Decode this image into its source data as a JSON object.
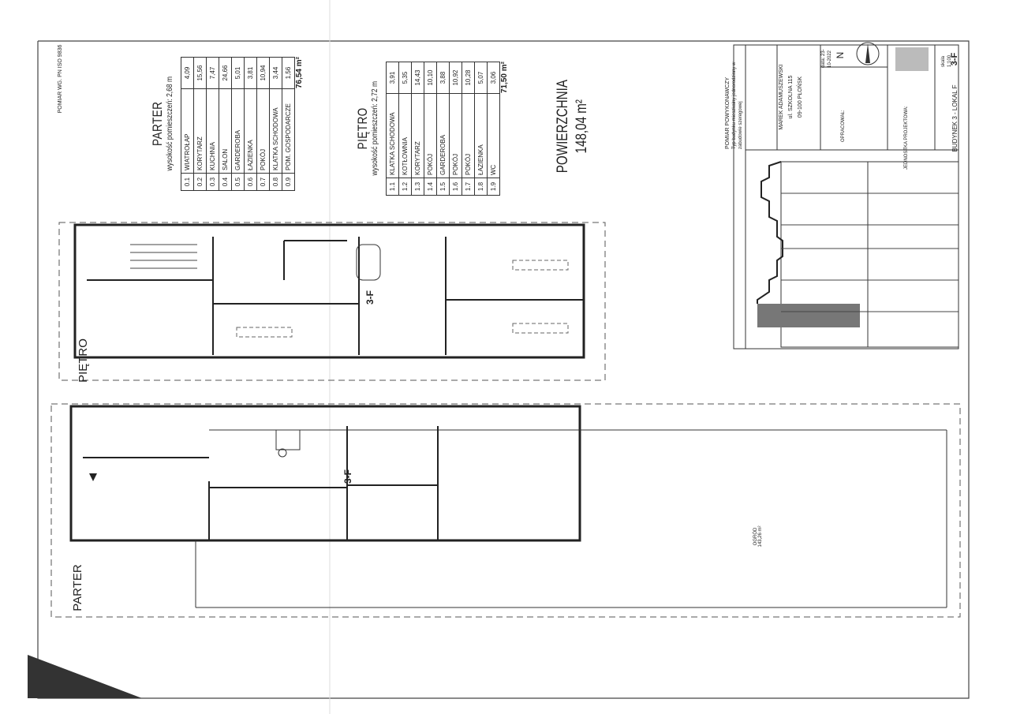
{
  "header_note": "POMIAR WG. PN ISO 9836",
  "parter": {
    "title": "PARTER",
    "height_note": "wysokość pomieszczeń: 2,68 m",
    "rooms": [
      {
        "code": "0.1",
        "name": "WIATROŁAP",
        "area": "4,09"
      },
      {
        "code": "0.2",
        "name": "KORYTARZ",
        "area": "15,56"
      },
      {
        "code": "0.3",
        "name": "KUCHNIA",
        "area": "7,47"
      },
      {
        "code": "0.4",
        "name": "SALON",
        "area": "24,66"
      },
      {
        "code": "0.5",
        "name": "GARDEROBA",
        "area": "5,01"
      },
      {
        "code": "0.6",
        "name": "ŁAZIENKA",
        "area": "3,81"
      },
      {
        "code": "0.7",
        "name": "POKÓJ",
        "area": "10,94"
      },
      {
        "code": "0.8",
        "name": "KLATKA SCHODOWA",
        "area": "3,44"
      },
      {
        "code": "0.9",
        "name": "POM. GOSPODARCZE",
        "area": "1,56"
      }
    ],
    "total": "76,54 m²",
    "plan_label": "PARTER"
  },
  "pietro": {
    "title": "PIĘTRO",
    "height_note": "wysokość pomieszczeń: 2,72 m",
    "rooms": [
      {
        "code": "1.1",
        "name": "KLATKA SCHODOWA",
        "area": "3,91"
      },
      {
        "code": "1.2",
        "name": "KOTŁOWNIA",
        "area": "5,35"
      },
      {
        "code": "1.3",
        "name": "KORYTARZ",
        "area": "14,43"
      },
      {
        "code": "1.4",
        "name": "POKÓJ",
        "area": "10,10"
      },
      {
        "code": "1.5",
        "name": "GARDEROBA",
        "area": "3,88"
      },
      {
        "code": "1.6",
        "name": "POKÓJ",
        "area": "10,92"
      },
      {
        "code": "1.7",
        "name": "POKÓJ",
        "area": "10,28"
      },
      {
        "code": "1.8",
        "name": "ŁAZIENKA",
        "area": "5,07"
      },
      {
        "code": "1.9",
        "name": "WC",
        "area": "3,06"
      }
    ],
    "total": "71,50 m²",
    "plan_label": "PIĘTRO"
  },
  "summary": {
    "label": "POWIERZCHNIA",
    "value": "148,04 m²"
  },
  "unit_tag": "3-F",
  "garden": {
    "label": "OGRÓD",
    "area": "143,26 m²"
  },
  "title_block": {
    "heading": "POMIAR POWYKONAWCZY",
    "heading_note": "Typ budynku mieszkalny jednorodzinny w zabudowie szeregowej",
    "owner": "MAREK ADAMUSZEWSKI",
    "street": "ul. SZKOLNA 115",
    "city": "09-100 PŁOŃSK",
    "date": "data: 23-10-2022",
    "prepared_label": "OPRACOWAŁ:",
    "investor_label": "JEDNOSTKA PROJEKTOWA:",
    "scale": "skala 1:100",
    "building": "BUDYNEK 3 - LOKAL F",
    "sheet": "3-F",
    "north": "N"
  }
}
